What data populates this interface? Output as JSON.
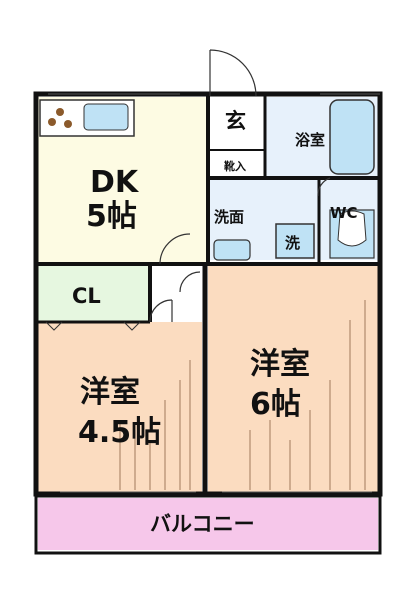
{
  "rooms": {
    "dk": {
      "line1": "DK",
      "line2": "5帖"
    },
    "closet": {
      "label": "CL"
    },
    "western_left": {
      "line1": "洋室",
      "line2": "4.5帖"
    },
    "western_right": {
      "line1": "洋室",
      "line2": "6帖"
    },
    "balcony": {
      "label": "バルコニー"
    },
    "bath": {
      "label": "浴室"
    },
    "wc": {
      "label": "WC"
    },
    "washroom": {
      "label": "洗面"
    },
    "washer": {
      "label": "洗"
    },
    "entrance": {
      "label": "玄"
    },
    "shoe_box": {
      "label": "靴入"
    }
  },
  "colors": {
    "wall": "#111111",
    "dk_floor": "#fdfbe3",
    "closet_floor": "#e6f7e0",
    "western_floor": "#fbdcc0",
    "wet_floor": "#e7f1fb",
    "balcony_floor": "#f6c7ea",
    "fixture_blue": "#bfe2f5"
  }
}
